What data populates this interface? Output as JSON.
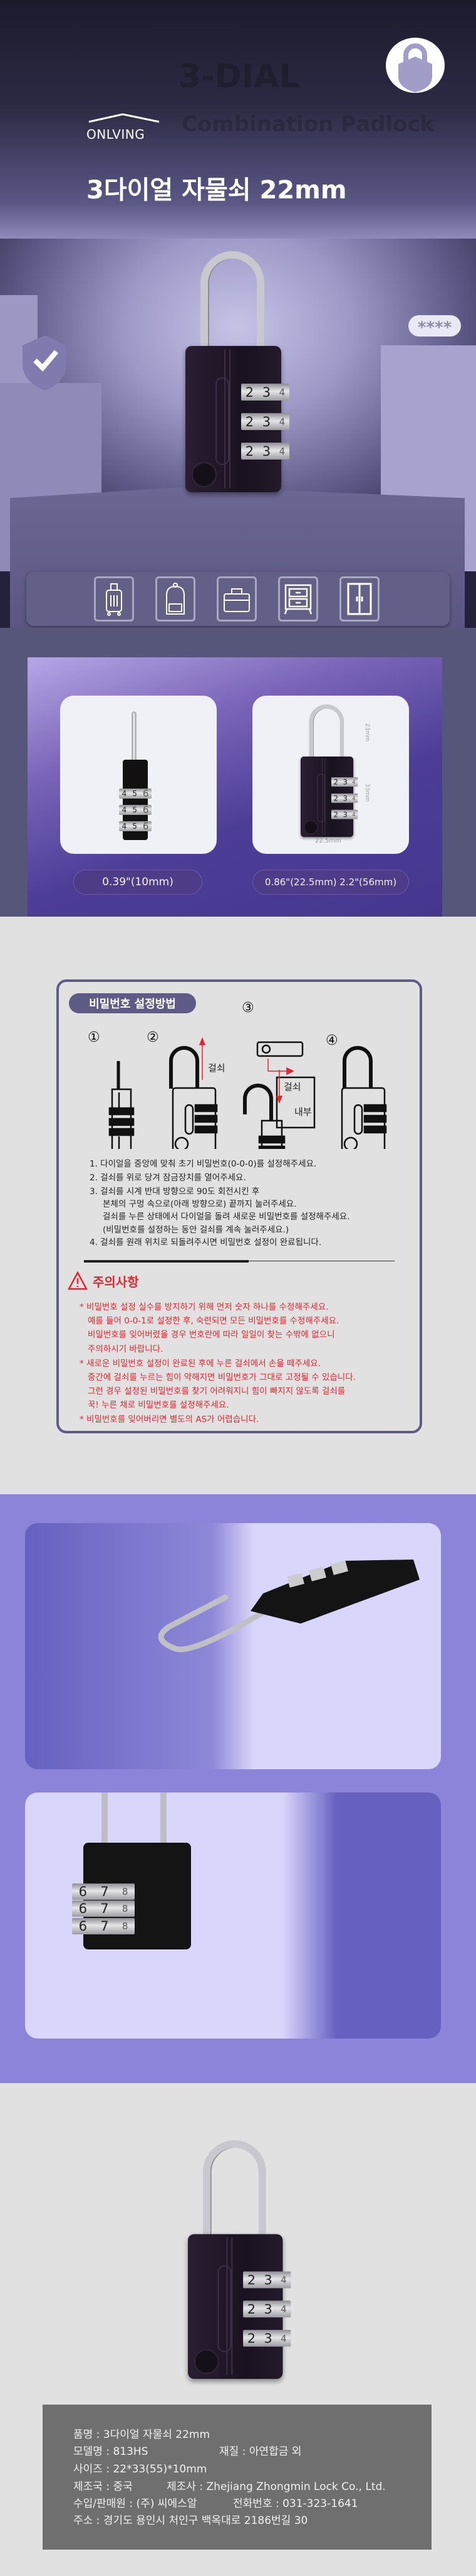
{
  "hero": {
    "bg_title": "3-DIAL",
    "bg_subtitle": "Combination Padlock",
    "brand": "ONLVING",
    "title": "3다이얼 자물쇠 22mm",
    "dials": [
      [
        "2",
        "3",
        "4"
      ],
      [
        "2",
        "3",
        "4"
      ],
      [
        "2",
        "3",
        "4"
      ]
    ],
    "password_mask": "****",
    "uses": [
      "suitcase-icon",
      "backpack-icon",
      "briefcase-icon",
      "cabinet-icon",
      "wardrobe-icon"
    ]
  },
  "sizes": {
    "side_dials": [
      [
        "4",
        "5",
        "6"
      ],
      [
        "4",
        "5",
        "6"
      ],
      [
        "4",
        "5",
        "6"
      ]
    ],
    "dim_height": "23mm",
    "dim_body": "33mm",
    "dim_width": "22.5mm",
    "label_thickness": "0.39\"(10mm)",
    "label_size": "0.86\"(22.5mm) 2.2\"(56mm)"
  },
  "howto": {
    "title": "비밀번호 설정방법",
    "step_nums": [
      "①",
      "②",
      "③",
      "④"
    ],
    "shackle_label": "걸쇠",
    "inside_label": "내부",
    "steps": [
      "1. 다이얼을 중앙에 맞춰 초기 비밀번호(0-0-0)를 설정해주세요.",
      "2. 걸쇠를 위로 당겨 잠금장치를 열어주세요.",
      "3. 걸쇠를 시계 반대 방향으로 90도 회전시킨 후",
      "본체의 구멍 속으로(아래 방향으로) 끝까지 눌러주세요.",
      "걸쇠를 누른 상태에서 다이얼을 돌려 새로운 비밀번호를 설정해주세요.",
      "(비밀번호를 설정하는 동안 걸쇠를 계속 눌러주세요.)",
      "4. 걸쇠를 원래 위치로 되돌려주시면 비밀번호 설정이 완료됩니다."
    ],
    "caution_title": "주의사항",
    "cautions": [
      "* 비밀번호 설정 실수를 방지하기 위해 먼저 숫자 하나를 수정해주세요.",
      "예를 들어 0-0-1로 설정한 후, 숙련되면 모든 비밀번호를 수정해주세요.",
      "비밀번호를 잊어버렸을 경우 번호란에 따라 일일이 찾는 수밖에 없으니",
      "주의하시기 바랍니다.",
      "* 새로운 비밀번호 설정이 완료된 후에 누른 걸쇠에서 손을 떼주세요.",
      "중간에 걸쇠를 누르는 힘이 약해지면 비밀번호가 그대로 고정될 수 있습니다.",
      "그런 경우 설정된 비밀번호를 찾기 어려워지니 힘이 빠지지 않도록 걸쇠를",
      "꾹! 누른 채로 비밀번호를 설정해주세요.",
      "* 비밀번호를 잊어버리면 별도의 AS가 어렵습니다."
    ],
    "accent": "#e0262e"
  },
  "gallery": {
    "back_dials": [
      [
        "6",
        "7",
        "8"
      ],
      [
        "6",
        "7",
        "8"
      ],
      [
        "6",
        "7",
        "8"
      ]
    ]
  },
  "spec": {
    "name": "품명 : 3다이얼 자물쇠 22mm",
    "model": "모델명 : 813HS",
    "material": "재질 : 아연합금 외",
    "size": "사이즈 : 22*33(55)*10mm",
    "origin": "제조국 : 중국",
    "maker": "제조사 : Zhejiang Zhongmin Lock Co., Ltd.",
    "importer": "수입/판매원 : (주) 씨에스알",
    "phone": "전화번호 : 031-323-1641",
    "address": "주소 : 경기도 용인시 처인구 백옥대로 2186번길 30"
  }
}
